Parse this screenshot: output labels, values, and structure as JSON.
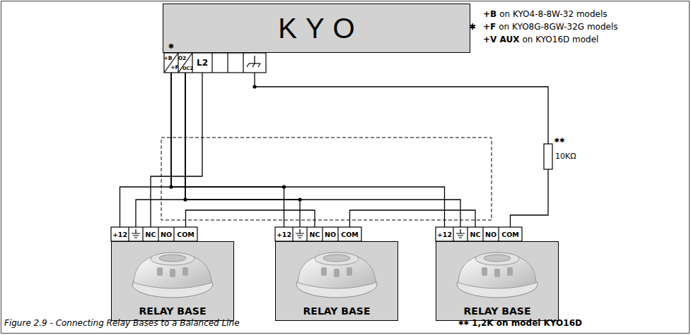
{
  "diagram": {
    "caption": "Figure 2.9 - Connecting Relay Bases to a Balanced Line",
    "nodes": [
      {
        "text": [
          "KYO"
        ]
      },
      {
        "text": [
          "RELAY BASE"
        ]
      },
      {
        "text": [
          "RELAY BASE"
        ]
      },
      {
        "text": [
          "RELAY BASE"
        ]
      }
    ],
    "edges": [
      {
        "from": 0,
        "to": 1,
        "arrow": "none"
      },
      {
        "from": 0,
        "to": 2,
        "arrow": "none"
      },
      {
        "from": 0,
        "to": 3,
        "arrow": "none"
      },
      {
        "from": 0,
        "to": 1,
        "arrow": "none"
      },
      {
        "from": 0,
        "to": 2,
        "arrow": "none"
      },
      {
        "from": 0,
        "to": 3,
        "arrow": "none"
      },
      {
        "from": 0,
        "to": 1,
        "arrow": "none"
      },
      {
        "from": 1,
        "to": 2,
        "arrow": "none"
      },
      {
        "from": 2,
        "to": 3,
        "arrow": "none"
      },
      {
        "from": 3,
        "to": 0,
        "arrow": "none"
      }
    ],
    "labels": [
      "✱",
      "+B",
      "+F",
      "O2",
      "OC2",
      "L2",
      "+B",
      "on KYO4-8-8W-32 models",
      "✱",
      "+F",
      "on KYO8G-8GW-32G models",
      "+V AUX",
      "on KYO16D model",
      "+12",
      "NC",
      "NO",
      "COM",
      "+12",
      "NC",
      "NO",
      "COM",
      "+12",
      "NC",
      "NO",
      "COM",
      "✱✱",
      "10KΩ",
      "✱✱",
      "1,2K on model KYO16D"
    ]
  }
}
